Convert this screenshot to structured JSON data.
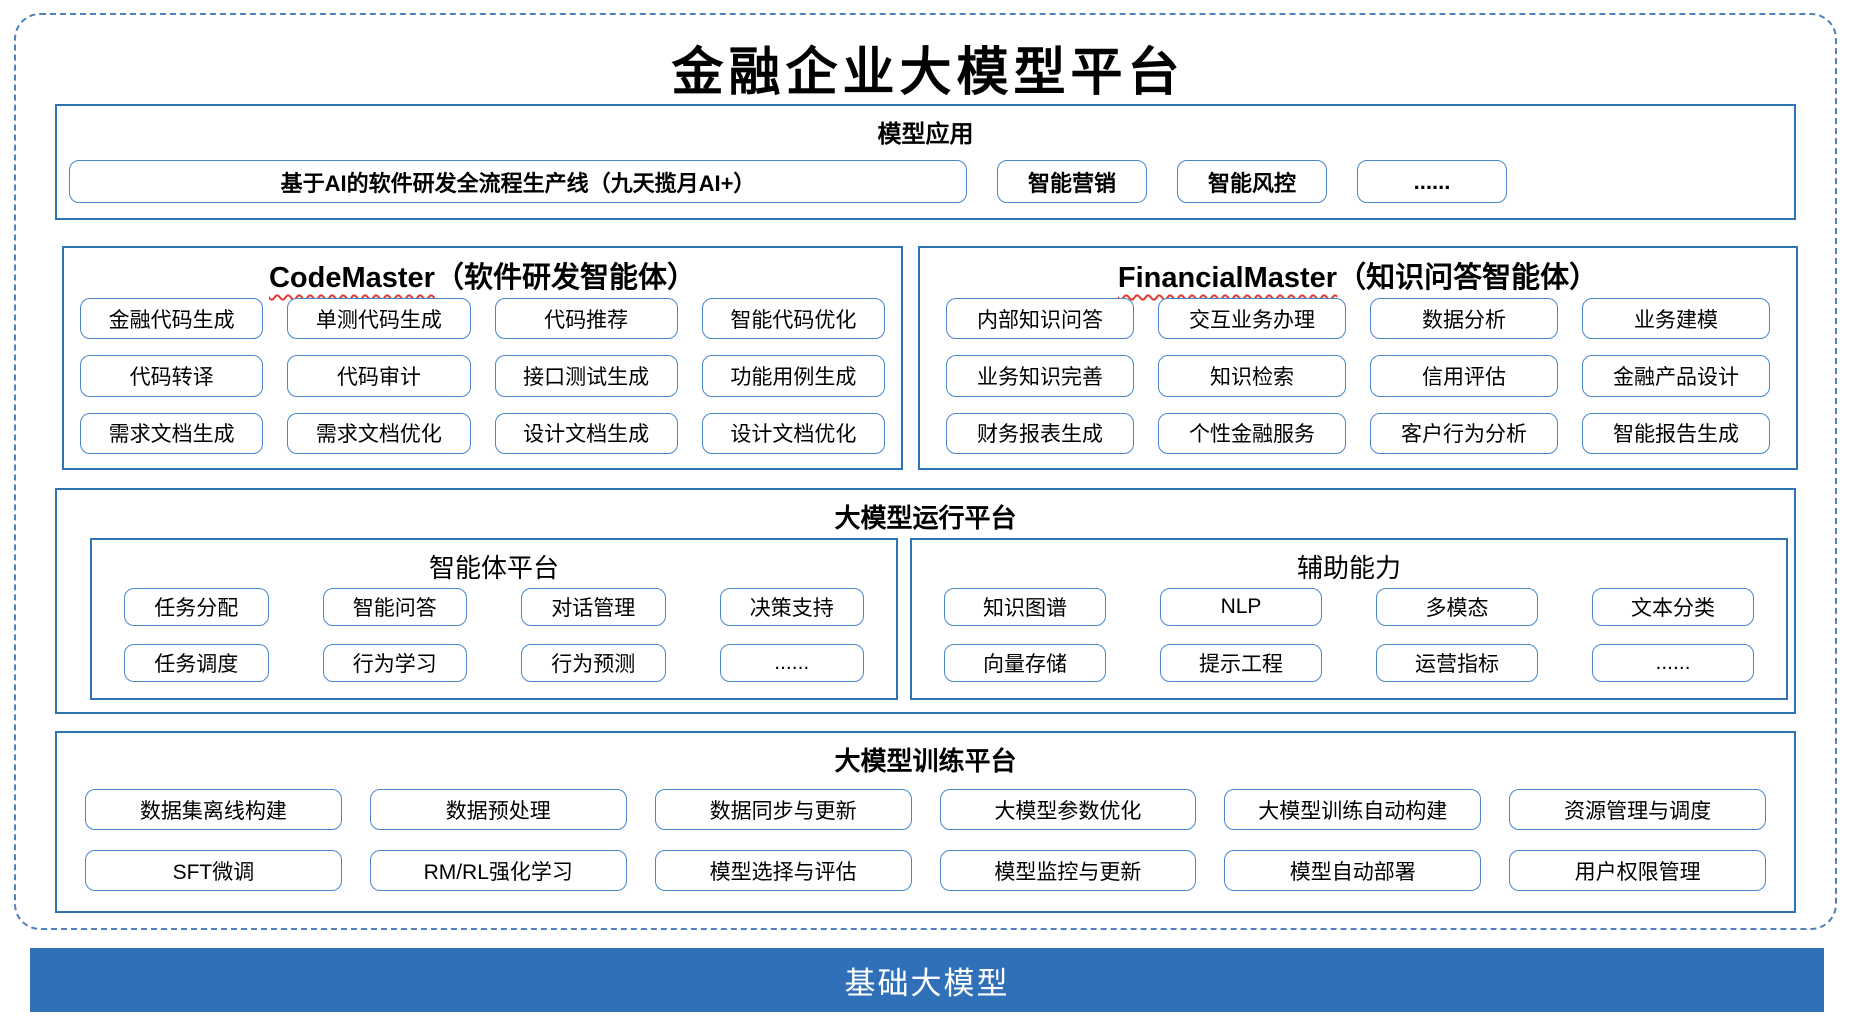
{
  "title": "金融企业大模型平台",
  "colors": {
    "outline_dashed": "#4F81BD",
    "section_border": "#2E74B5",
    "box_border": "#4A86C8",
    "foundation_bg": "#3070B9",
    "foundation_text": "#FFFFFF",
    "spellcheck_underline": "#E03C31"
  },
  "model_app": {
    "header": "模型应用",
    "main_box": "基于AI的软件研发全流程生产线（九天揽月AI+）",
    "boxes": [
      "智能营销",
      "智能风控",
      "......"
    ]
  },
  "agents": [
    {
      "name_en": "CodeMaster",
      "name_zh": "（软件研发智能体）",
      "boxes": [
        "金融代码生成",
        "单测代码生成",
        "代码推荐",
        "智能代码优化",
        "代码转译",
        "代码审计",
        "接口测试生成",
        "功能用例生成",
        "需求文档生成",
        "需求文档优化",
        "设计文档生成",
        "设计文档优化"
      ]
    },
    {
      "name_en": "FinancialMaster",
      "name_zh": "（知识问答智能体）",
      "boxes": [
        "内部知识问答",
        "交互业务办理",
        "数据分析",
        "业务建模",
        "业务知识完善",
        "知识检索",
        "信用评估",
        "金融产品设计",
        "财务报表生成",
        "个性金融服务",
        "客户行为分析",
        "智能报告生成"
      ]
    }
  ],
  "runtime": {
    "header": "大模型运行平台",
    "panels": [
      {
        "title": "智能体平台",
        "boxes": [
          "任务分配",
          "智能问答",
          "对话管理",
          "决策支持",
          "任务调度",
          "行为学习",
          "行为预测",
          "......"
        ]
      },
      {
        "title": "辅助能力",
        "boxes": [
          "知识图谱",
          "NLP",
          "多模态",
          "文本分类",
          "向量存储",
          "提示工程",
          "运营指标",
          "......"
        ]
      }
    ]
  },
  "training": {
    "header": "大模型训练平台",
    "boxes": [
      "数据集离线构建",
      "数据预处理",
      "数据同步与更新",
      "大模型参数优化",
      "大模型训练自动构建",
      "资源管理与调度",
      "SFT微调",
      "RM/RL强化学习",
      "模型选择与评估",
      "模型监控与更新",
      "模型自动部署",
      "用户权限管理"
    ]
  },
  "foundation": {
    "label": "基础大模型"
  }
}
